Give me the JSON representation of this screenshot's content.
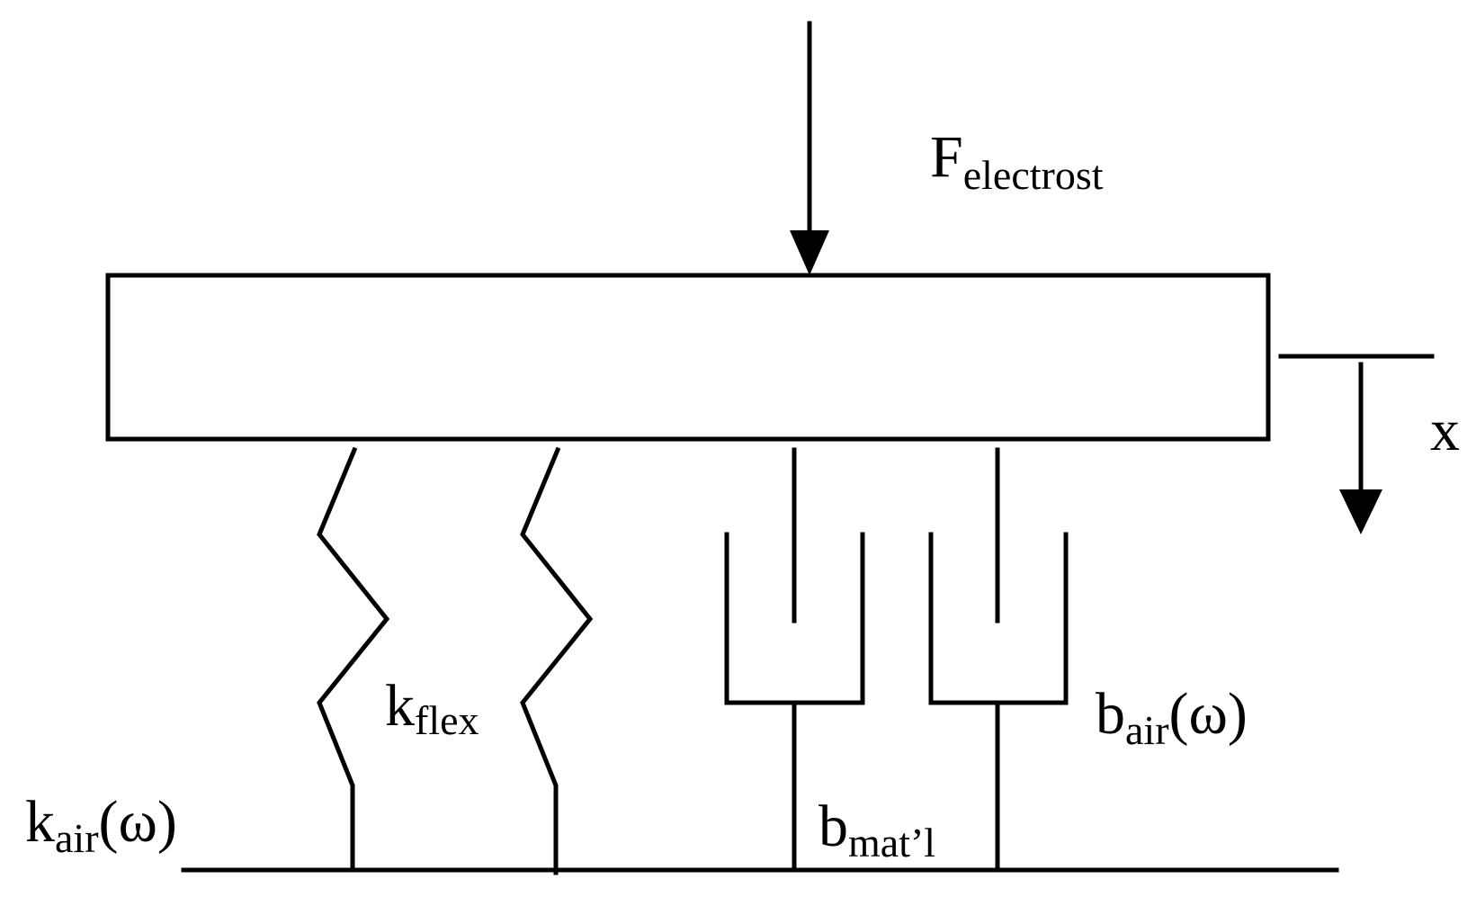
{
  "diagram": {
    "labels": {
      "force": {
        "main": "F",
        "sub": "electrost"
      },
      "displacement": {
        "main": "x"
      },
      "k_flex": {
        "main": "k",
        "sub": "flex"
      },
      "k_air": {
        "main": "k",
        "sub": "air",
        "tail": "(ω)"
      },
      "b_air": {
        "main": "b",
        "sub": "air",
        "tail": "(ω)"
      },
      "b_mat": {
        "main": "b",
        "sub": "mat’l"
      }
    },
    "colors": {
      "stroke": "#000000",
      "background": "#ffffff"
    }
  }
}
